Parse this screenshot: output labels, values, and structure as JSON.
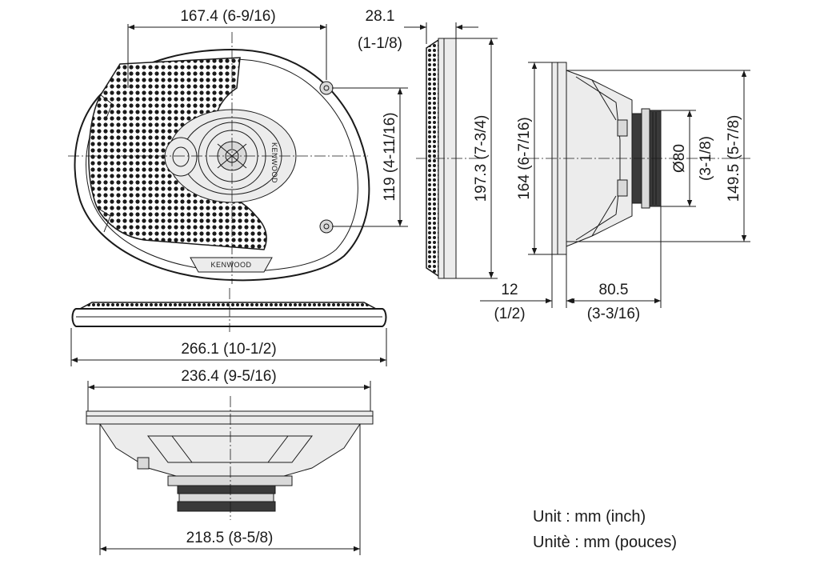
{
  "brand": "KENWOOD",
  "dimensions": {
    "top_width": "167.4 (6-9/16)",
    "side_depth_mm": "28.1",
    "side_depth_in": "(1-1/8)",
    "mount_height": "119 (4-11/16)",
    "side_height": "197.3 (7-3/4)",
    "rear_height": "164 (6-7/16)",
    "magnet_dia_mm": "Ø80",
    "magnet_dia_in": "(3-1/8)",
    "rear_total_height": "149.5 (5-7/8)",
    "flange_mm": "12",
    "flange_in": "(1/2)",
    "rear_depth_mm": "80.5",
    "rear_depth_in": "(3-3/16)",
    "front_width": "266.1 (10-1/2)",
    "bottom_top_width": "236.4 (9-5/16)",
    "bottom_width": "218.5 (8-5/8)"
  },
  "units": {
    "english": "Unit : mm (inch)",
    "french": "Unitè : mm (pouces)"
  }
}
